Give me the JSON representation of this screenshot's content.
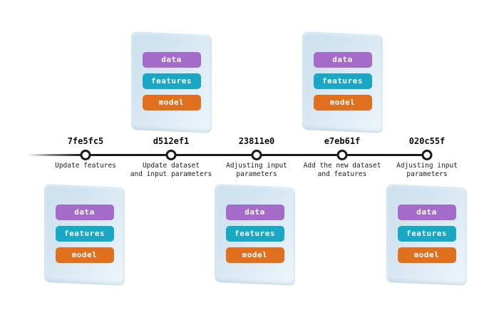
{
  "timeline": {
    "commits": [
      {
        "hash": "7fe5fc5",
        "message": "Update features",
        "stack_position": "below"
      },
      {
        "hash": "d512ef1",
        "message": "Update dataset\nand input parameters",
        "stack_position": "above"
      },
      {
        "hash": "23811e0",
        "message": "Adjusting input\nparameters",
        "stack_position": "below"
      },
      {
        "hash": "e7eb61f",
        "message": "Add the new dataset\nand features",
        "stack_position": "above"
      },
      {
        "hash": "020c55f",
        "message": "Adjusting input\nparameters",
        "stack_position": "below"
      }
    ]
  },
  "stack": {
    "items": [
      {
        "label": "data",
        "color": "#a46cc8"
      },
      {
        "label": "features",
        "color": "#18a7c5"
      },
      {
        "label": "model",
        "color": "#e0701e"
      }
    ]
  },
  "colors": {
    "background": "#ffffff",
    "timeline": "#1a1a1a",
    "card_gradient_start": "#cbe0ee",
    "card_gradient_end": "#eef6fb"
  }
}
